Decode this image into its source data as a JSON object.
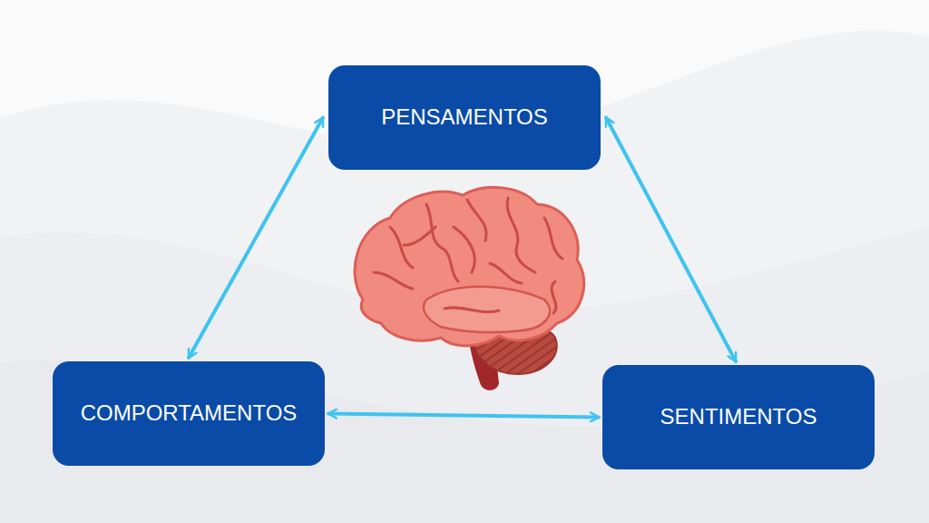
{
  "diagram": {
    "nodes": [
      {
        "text": [
          "PENSAMENTOS"
        ]
      },
      {
        "text": [
          "COMPORTAMENTOS"
        ]
      },
      {
        "text": [
          "SENTIMENTOS"
        ]
      }
    ],
    "edges": [
      {
        "from": 0,
        "to": 1,
        "arrow": "both"
      },
      {
        "from": 0,
        "to": 2,
        "arrow": "both"
      },
      {
        "from": 1,
        "to": 2,
        "arrow": "both"
      }
    ]
  }
}
